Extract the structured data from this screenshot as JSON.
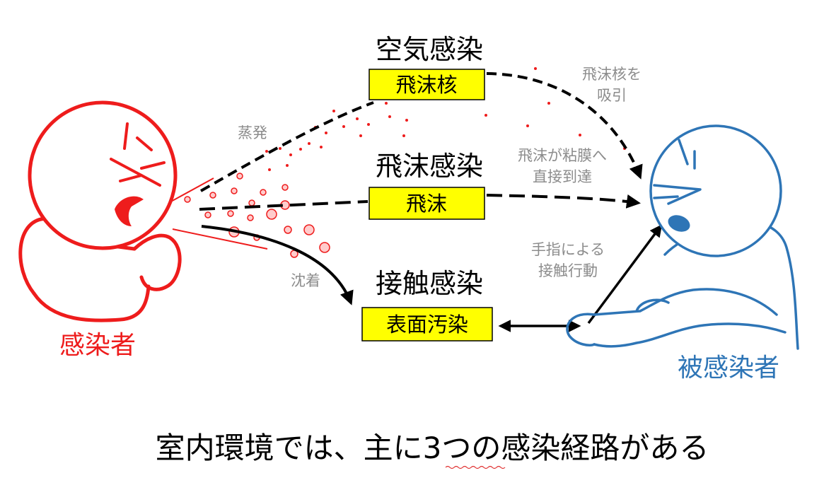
{
  "routes": {
    "airborne": {
      "title": "空気感染",
      "box": "飛沫核",
      "note_line1": "飛沫核を",
      "note_line2": "吸引"
    },
    "droplet": {
      "title": "飛沫感染",
      "box": "飛沫",
      "note_line1": "飛沫が粘膜へ",
      "note_line2": "直接到達"
    },
    "contact": {
      "title": "接触感染",
      "box": "表面汚染",
      "note_line1": "手指による",
      "note_line2": "接触行動"
    }
  },
  "labels": {
    "evaporation": "蒸発",
    "deposition": "沈着",
    "infected": "感染者",
    "recipient": "被感染者",
    "caption": "室内環境では、主に3つの感染経路がある"
  },
  "colors": {
    "infected": "#ee1c1c",
    "recipient": "#2e75b6",
    "box_fill": "#ffff00",
    "annotation": "#8c8c8c"
  }
}
